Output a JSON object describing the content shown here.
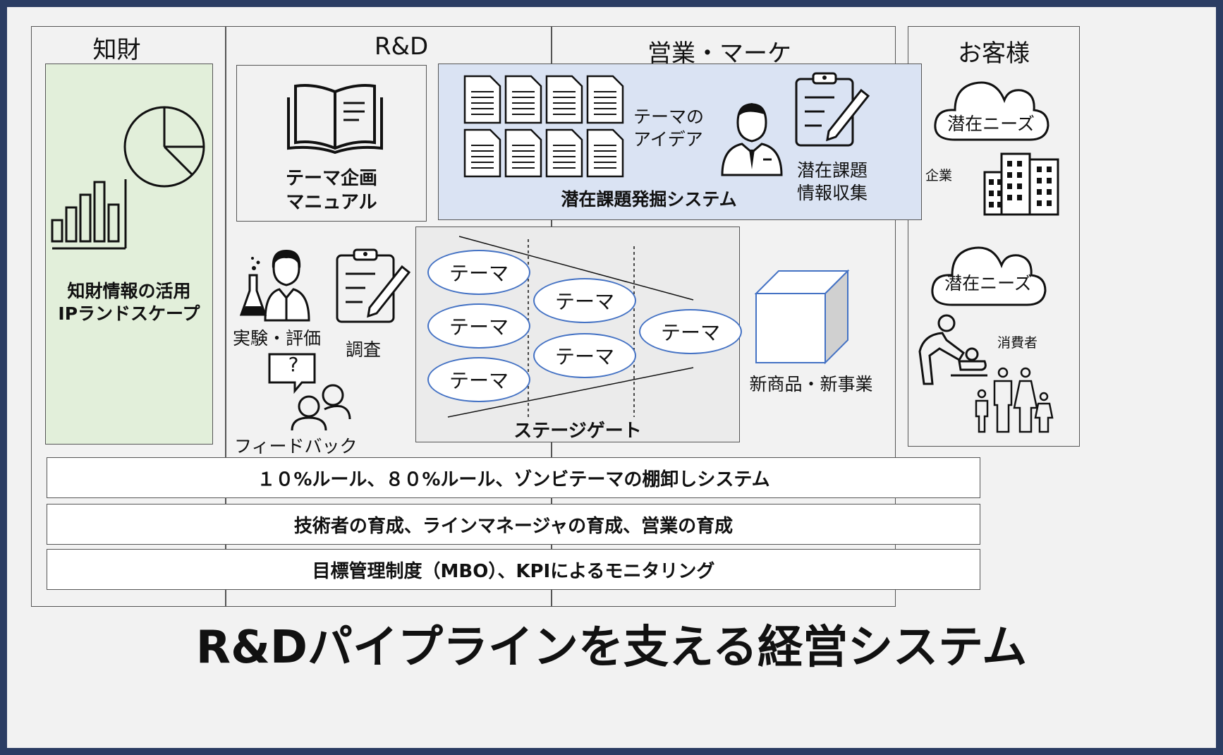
{
  "columns": {
    "ip": "知財",
    "rd": "R&D",
    "sales": "営業・マーケ",
    "customer": "お客様"
  },
  "ip_box": {
    "line1": "知財情報の活用",
    "line2": "IPランドスケープ"
  },
  "manual_box": {
    "line1": "テーマ企画",
    "line2": "マニュアル"
  },
  "discovery_system": {
    "title": "潜在課題発掘システム",
    "ideas_line1": "テーマの",
    "ideas_line2": "アイデア",
    "collect_line1": "潜在課題",
    "collect_line2": "情報収集"
  },
  "rd_activities": {
    "experiment": "実験・評価",
    "survey": "調査",
    "feedback": "フィードバック",
    "question_mark": "?"
  },
  "stage_gate": {
    "label": "ステージゲート",
    "themes": [
      "テーマ",
      "テーマ",
      "テーマ",
      "テーマ",
      "テーマ",
      "テーマ"
    ]
  },
  "new_business": "新商品・新事業",
  "customers": {
    "needs1": "潜在ニーズ",
    "company": "企業",
    "needs2": "潜在ニーズ",
    "consumer": "消費者"
  },
  "bands": [
    "１０%ルール、８０%ルール、ゾンビテーマの棚卸しシステム",
    "技術者の育成、ラインマネージャの育成、営業の育成",
    "目標管理制度（MBO）、KPIによるモニタリング"
  ],
  "footer_title": "R&Dパイプラインを支える経営システム",
  "colors": {
    "frame_border": "#2b3d63",
    "ip_fill": "#e2efda",
    "discovery_fill": "#dae3f3",
    "ellipse_border": "#4472c4",
    "stage_gate_fill": "#ebebeb"
  }
}
